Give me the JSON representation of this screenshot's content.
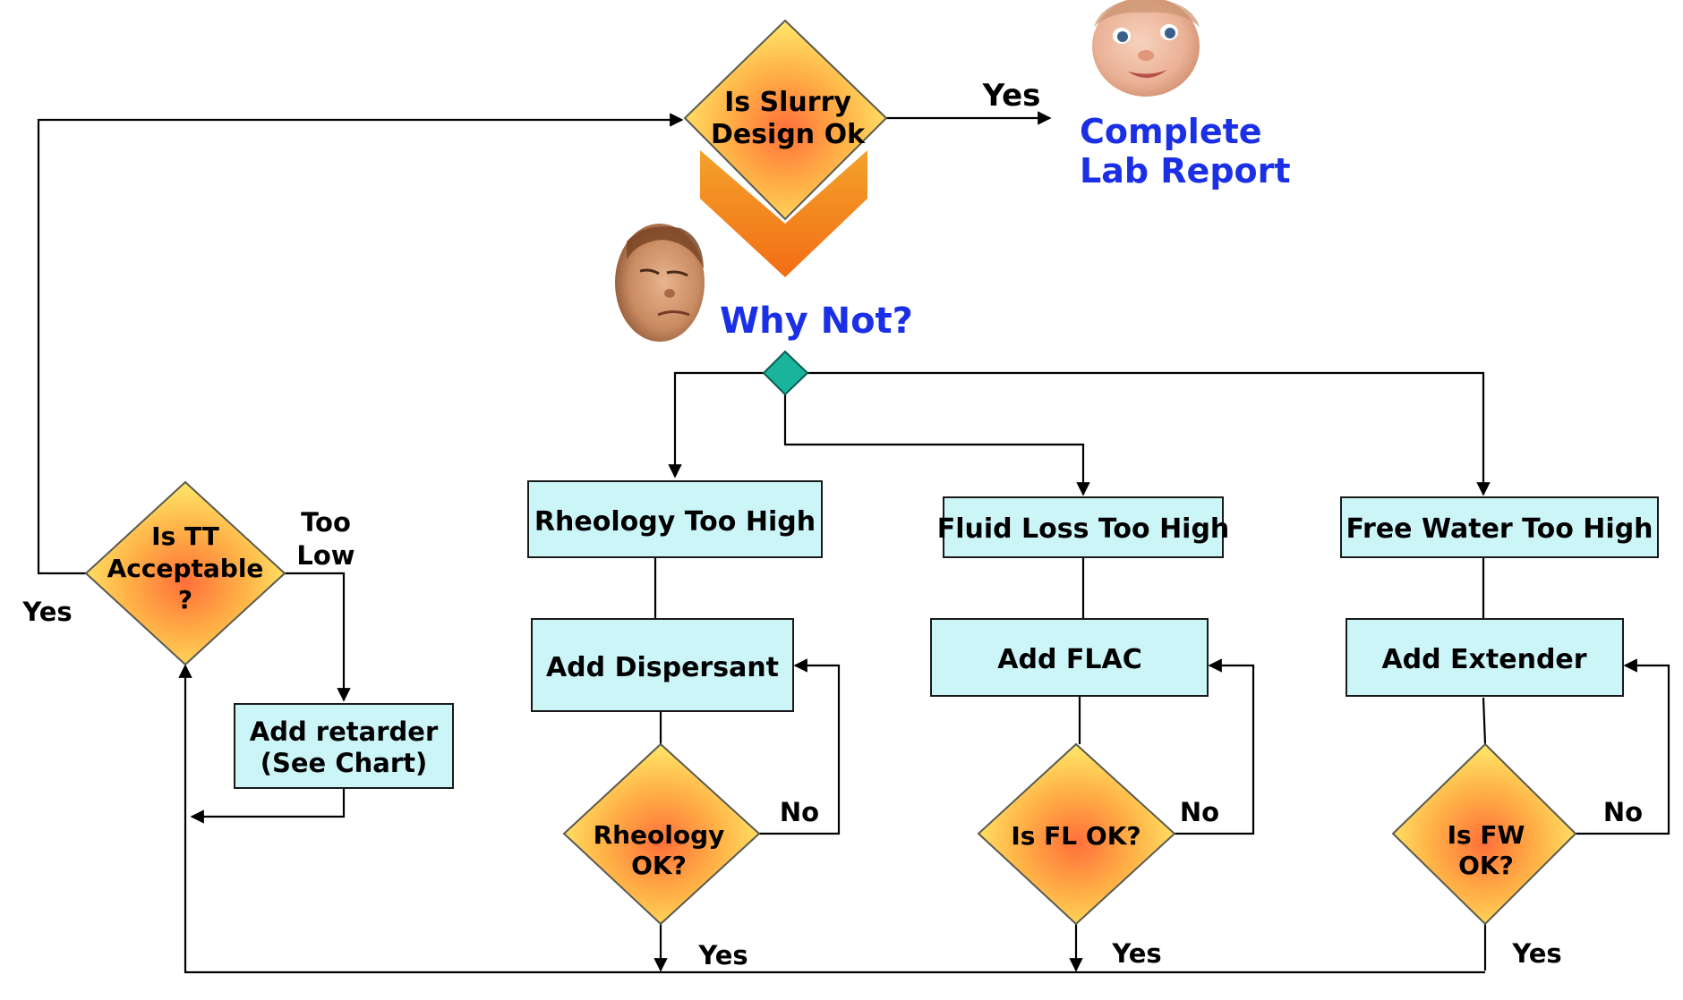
{
  "decision_top": {
    "line1": "Is Slurry",
    "line2": "Design Ok"
  },
  "yes_top": "Yes",
  "complete": {
    "line1": "Complete",
    "line2": "Lab Report"
  },
  "why_not": "Why Not?",
  "boxes": {
    "rheology": "Rheology Too High",
    "fluid_loss": "Fluid Loss Too High",
    "free_water": "Free Water Too High",
    "dispersant": "Add Dispersant",
    "flac": "Add FLAC",
    "extender": "Add Extender",
    "retarder": {
      "line1": "Add retarder",
      "line2": "(See Chart)"
    }
  },
  "decisions": {
    "tt": {
      "line1": "Is TT",
      "line2": "Acceptable",
      "line3": "?"
    },
    "rheology_ok": {
      "line1": "Rheology",
      "line2": "OK?"
    },
    "fl_ok": {
      "line1": "Is  FL OK?"
    },
    "fw_ok": {
      "line1": "Is FW",
      "line2": "OK?"
    }
  },
  "labels": {
    "too_low": {
      "line1": "Too",
      "line2": "Low"
    },
    "yes_left": "Yes",
    "no": "No",
    "yes": "Yes"
  },
  "colors": {
    "box_fill": "#ccf5f8",
    "diamond_center": "#ff6f3a",
    "diamond_edge": "#ffe86a",
    "why_not_text": "#1a2fe6",
    "chevron": "#f47a1c",
    "small_diamond": "#1ab39b"
  }
}
